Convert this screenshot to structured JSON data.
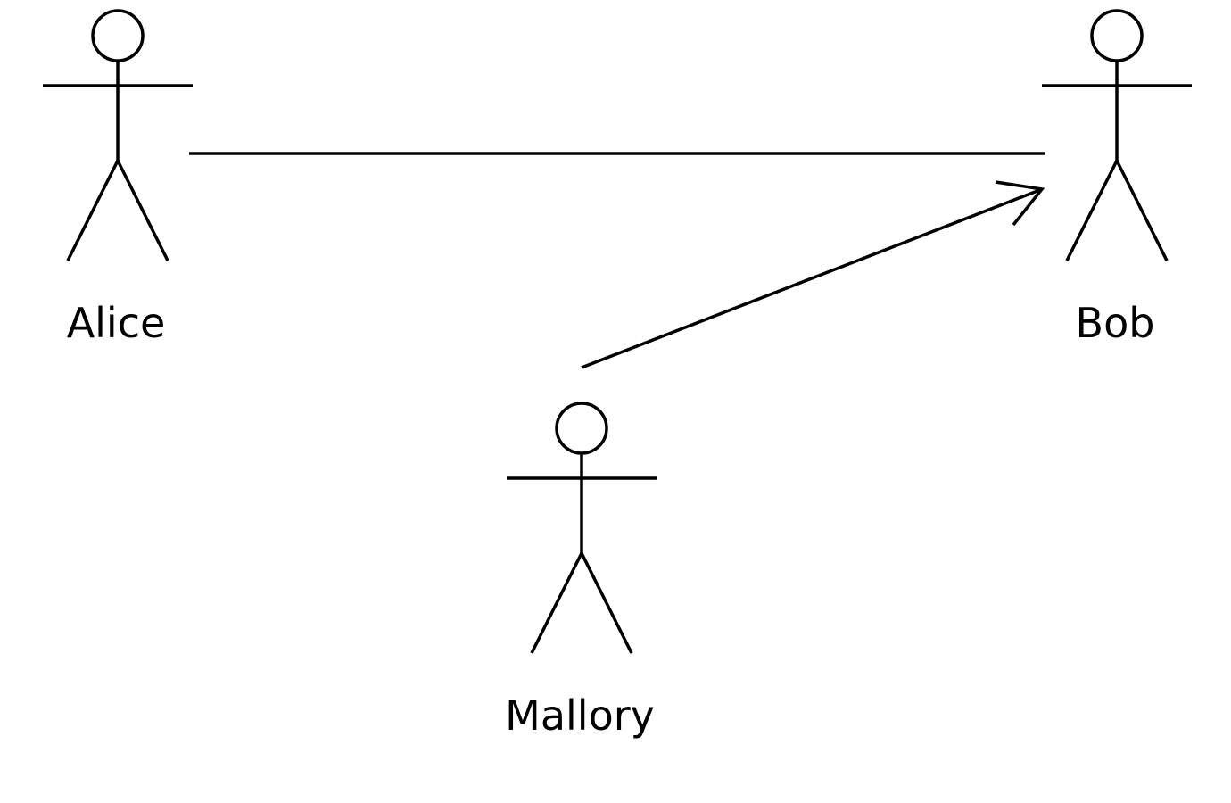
{
  "diagram": {
    "actors": [
      {
        "id": "alice",
        "label": "Alice"
      },
      {
        "id": "bob",
        "label": "Bob"
      },
      {
        "id": "mallory",
        "label": "Mallory"
      }
    ],
    "connections": [
      {
        "from": "alice",
        "to": "bob",
        "style": "line"
      },
      {
        "from": "mallory",
        "to": "bob",
        "style": "open-arrow"
      }
    ],
    "colors": {
      "stroke": "#000000",
      "background": "#ffffff"
    }
  }
}
